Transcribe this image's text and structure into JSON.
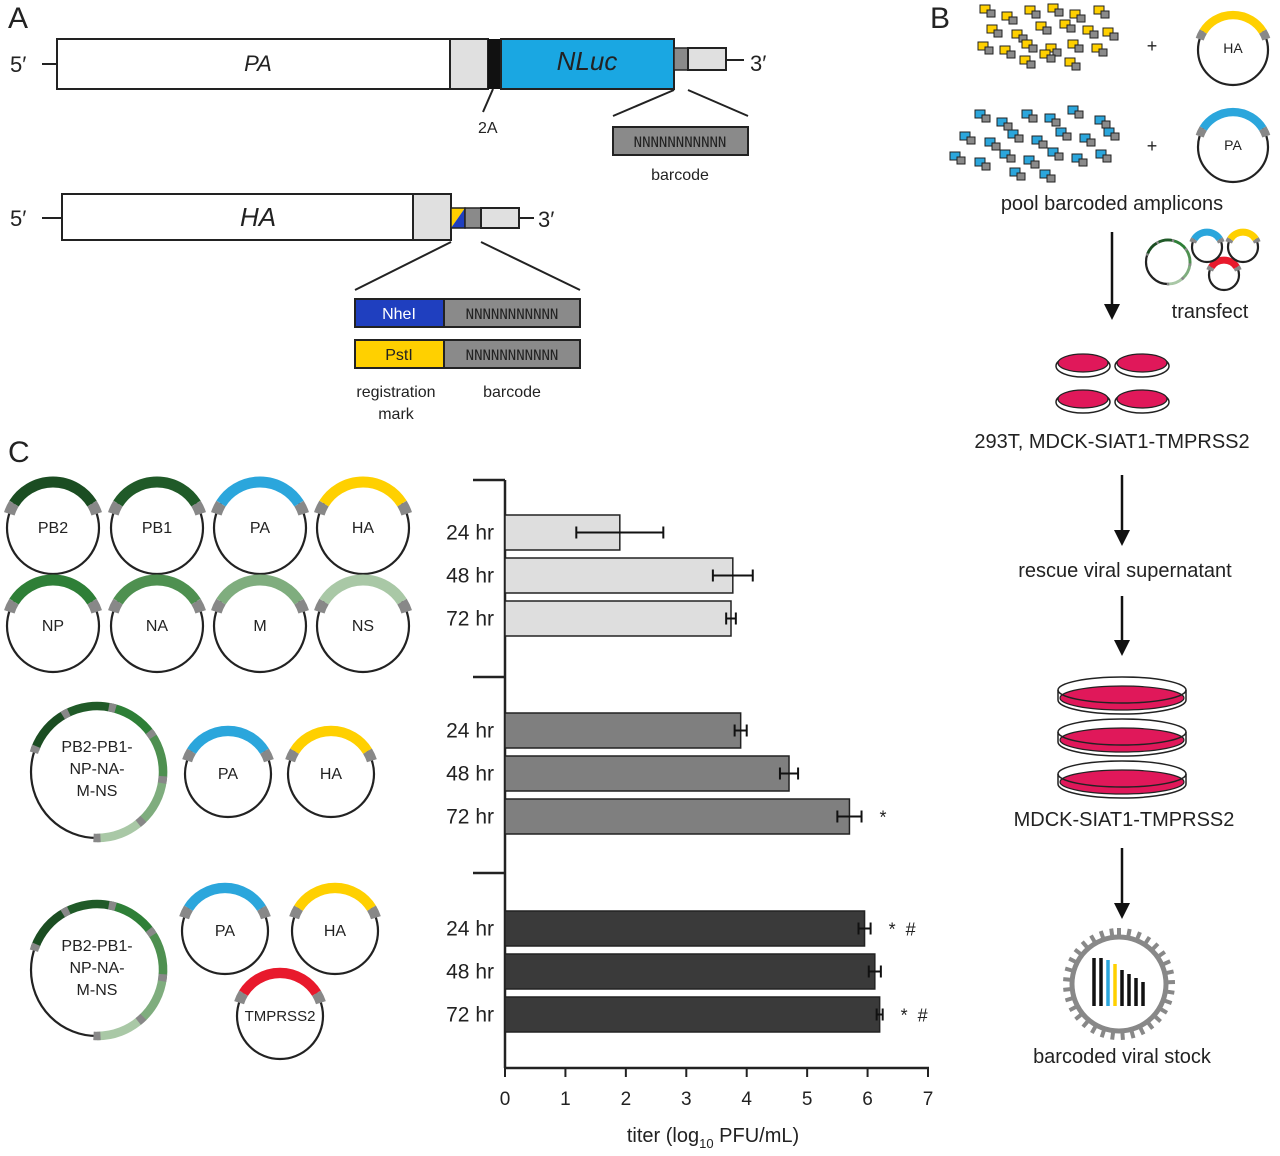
{
  "panel_labels": {
    "a": "A",
    "b": "B",
    "c": "C"
  },
  "panel_a": {
    "five_prime": "5′",
    "three_prime": "3′",
    "pa_gene": "PA",
    "nluc": "NLuc",
    "label_2a": "2A",
    "barcode_seq": "NNNNNNNNNNN",
    "barcode_label": "barcode",
    "ha_gene": "HA",
    "nhei": "NheI",
    "psti": "PstI",
    "ha_barcode_seq": "NNNNNNNNNNN",
    "registration_mark_line1": "registration",
    "registration_mark_line2": "mark",
    "ha_barcode_label": "barcode"
  },
  "panel_b": {
    "plus": "+",
    "plasmid_ha": "HA",
    "plasmid_pa": "PA",
    "pool": "pool barcoded amplicons",
    "transfect": "transfect",
    "cells1": "293T, MDCK-SIAT1-TMPRSS2",
    "rescue": "rescue viral supernatant",
    "cells2": "MDCK-SIAT1-TMPRSS2",
    "stock": "barcoded viral stock"
  },
  "panel_c": {
    "plasmids_row1": [
      "PB2",
      "PB1",
      "PA",
      "HA"
    ],
    "plasmids_row2": [
      "NP",
      "NA",
      "M",
      "NS"
    ],
    "combo_line1": "PB2-PB1-",
    "combo_line2": "NP-NA-",
    "combo_line3": "M-NS",
    "pa": "PA",
    "ha": "HA",
    "tmprss2": "TMPRSS2"
  },
  "colors": {
    "nluc": "#1aa7e2",
    "pa": "#2ba6dc",
    "ha": "#ffd000",
    "nhei": "#1f3fbf",
    "tmprss2": "#e8192c",
    "pb2": "#1b4d22",
    "pb1": "#205a28",
    "np": "#2e7f37",
    "na": "#4e9050",
    "m": "#7fad7e",
    "ns": "#a9c8a6",
    "dish": "#e0185a",
    "grey_cap": "#888888",
    "bar_group1": "#dedede",
    "bar_group2": "#7f7f7f",
    "bar_group3": "#3a3a3a"
  },
  "chart_data": {
    "type": "bar",
    "orientation": "horizontal",
    "categories": [
      "24 hr",
      "48 hr",
      "72 hr"
    ],
    "groups": [
      {
        "values": [
          1.9,
          3.77,
          3.74
        ],
        "errors": [
          0.72,
          0.33,
          0.08
        ],
        "annotations": [
          "",
          "",
          ""
        ]
      },
      {
        "values": [
          3.9,
          4.7,
          5.7
        ],
        "errors": [
          0.1,
          0.15,
          0.2
        ],
        "annotations": [
          "",
          "",
          "*"
        ]
      },
      {
        "values": [
          5.95,
          6.12,
          6.2
        ],
        "errors": [
          0.1,
          0.1,
          0.05
        ],
        "annotations": [
          "*  #",
          "",
          "*  #"
        ]
      }
    ],
    "xlabel": "titer (log10 PFU/mL)",
    "xlabel_main": "titer (log",
    "xlabel_sub": "10",
    "xlabel_end": " PFU/mL)",
    "xticks": [
      "0",
      "1",
      "2",
      "3",
      "4",
      "5",
      "6",
      "7"
    ],
    "xlim": [
      0,
      7
    ],
    "grid": false,
    "legend": "none"
  }
}
